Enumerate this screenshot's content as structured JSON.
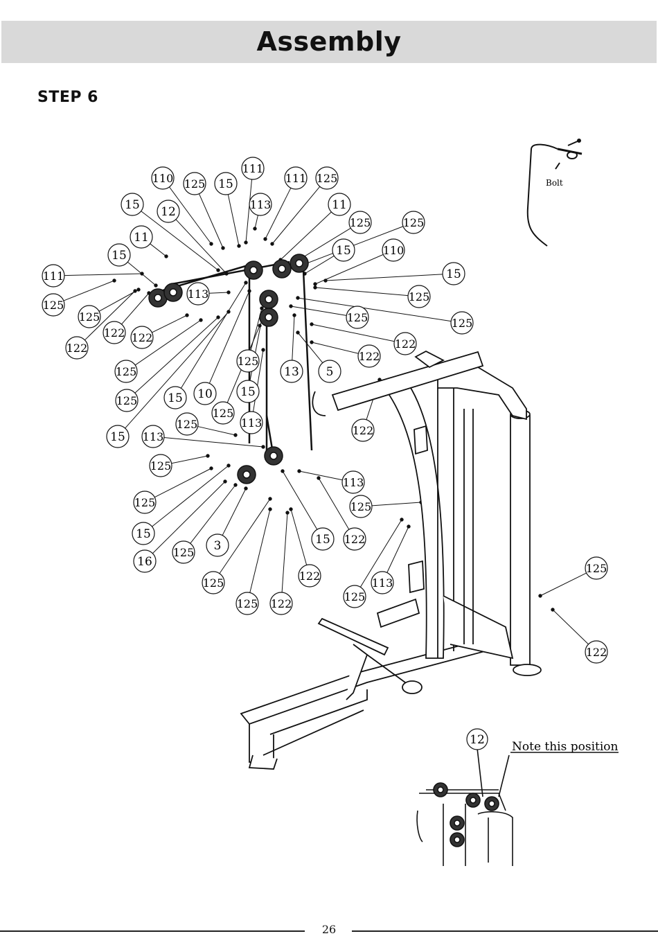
{
  "header": {
    "title": "Assembly"
  },
  "step_label": "STEP 6",
  "inset_top": {
    "label": "Bolt"
  },
  "inset_bottom": {
    "callout": "12",
    "note": "Note this position"
  },
  "page_number": "26",
  "callouts": [
    "110",
    "111",
    "111",
    "125",
    "125",
    "15",
    "15",
    "12",
    "113",
    "11",
    "11",
    "125",
    "15",
    "125",
    "15",
    "110",
    "111",
    "125",
    "15",
    "125",
    "113",
    "125",
    "125",
    "125",
    "122",
    "122",
    "122",
    "122",
    "122",
    "125",
    "125",
    "15",
    "15",
    "10",
    "125",
    "125",
    "15",
    "13",
    "5",
    "113",
    "122",
    "125",
    "113",
    "125",
    "113",
    "125",
    "125",
    "15",
    "16",
    "125",
    "3",
    "15",
    "122",
    "125",
    "122",
    "113",
    "125",
    "125",
    "122",
    "125",
    "122"
  ]
}
